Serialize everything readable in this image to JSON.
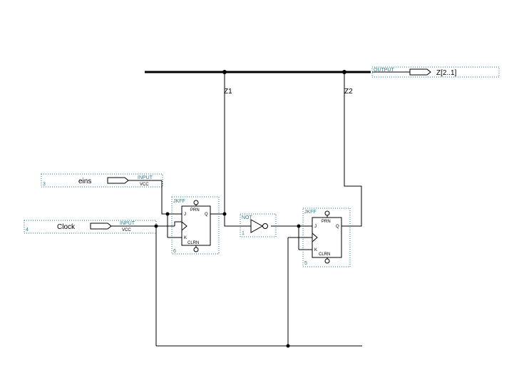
{
  "output_pin": {
    "tag": "OUTPUT",
    "label": "Z[2..1]"
  },
  "nets": {
    "z1": "Z1",
    "z2": "Z2"
  },
  "input_eins": {
    "index": "3",
    "label": "eins",
    "tag": "INPUT",
    "vcc": "VCC"
  },
  "input_clock": {
    "index": "4",
    "label": "Clock",
    "tag": "INPUT",
    "vcc": "VCC"
  },
  "jkff1": {
    "tag": "JKFF",
    "index": "6",
    "prn": "PRN",
    "clrn": "CLRN",
    "j": "J",
    "k": "K",
    "q": "Q"
  },
  "not_gate": {
    "tag": "NOT",
    "index": "1"
  },
  "jkff2": {
    "tag": "JKFF",
    "index": "5",
    "prn": "PRN",
    "clrn": "CLRN",
    "j": "J",
    "k": "K",
    "q": "Q"
  }
}
